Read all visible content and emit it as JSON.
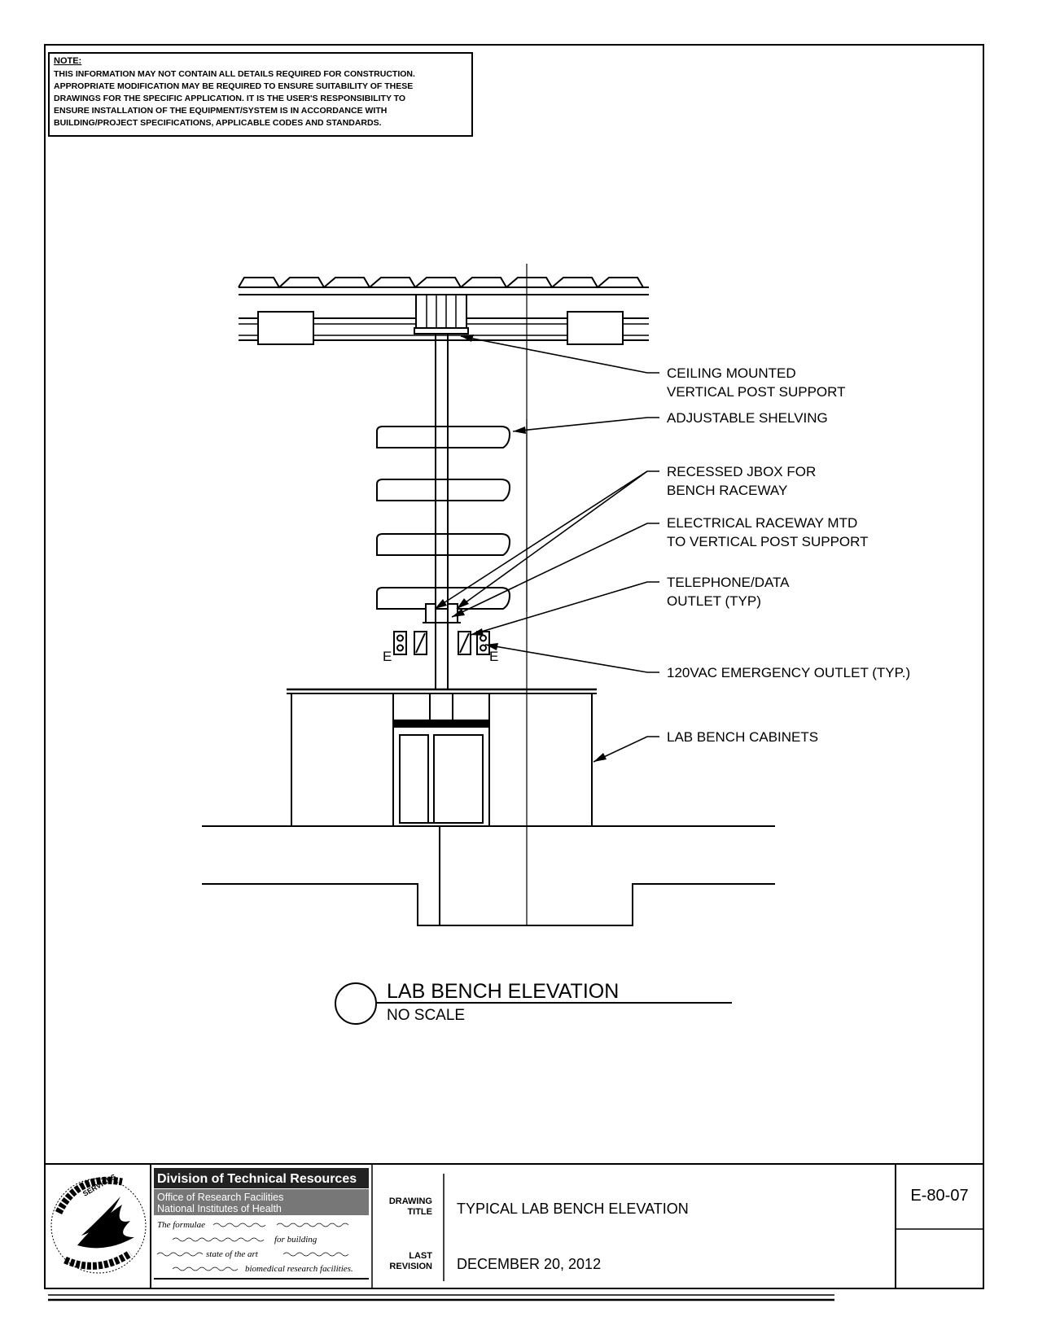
{
  "note": {
    "title": "NOTE:",
    "lines": [
      "THIS INFORMATION MAY NOT CONTAIN ALL DETAILS REQUIRED FOR CONSTRUCTION.",
      "APPROPRIATE MODIFICATION MAY BE REQUIRED TO ENSURE SUITABILITY OF THESE",
      "DRAWINGS FOR THE SPECIFIC APPLICATION.  IT IS THE USER'S RESPONSIBILITY TO",
      "ENSURE INSTALLATION OF THE EQUIPMENT/SYSTEM IS IN ACCORDANCE WITH",
      "BUILDING/PROJECT SPECIFICATIONS, APPLICABLE CODES AND STANDARDS."
    ]
  },
  "callouts": {
    "ceiling_support": [
      "CEILING MOUNTED",
      "VERTICAL POST SUPPORT"
    ],
    "shelving": [
      "ADJUSTABLE SHELVING"
    ],
    "jbox": [
      "RECESSED JBOX FOR",
      "BENCH RACEWAY"
    ],
    "raceway": [
      "ELECTRICAL RACEWAY MTD",
      "TO VERTICAL POST SUPPORT"
    ],
    "telephone": [
      "TELEPHONE/DATA",
      "OUTLET (TYP)"
    ],
    "emergency": [
      "120VAC EMERGENCY OUTLET (TYP.)"
    ],
    "cabinets": [
      "LAB BENCH CABINETS"
    ]
  },
  "outlet_marks": {
    "left": "E",
    "right": "E"
  },
  "view_title": {
    "title": "LAB BENCH ELEVATION",
    "scale": "NO SCALE"
  },
  "title_block": {
    "division": "Division of Technical Resources",
    "office": "Office of Research Facilities",
    "institute": "National Institutes of Health",
    "tagline_1": "The formulae",
    "tagline_2": "for building",
    "tagline_3": "state of the art",
    "tagline_4": "biomedical research facilities.",
    "drawing_title_label": [
      "DRAWING",
      "TITLE"
    ],
    "drawing_title": "TYPICAL LAB BENCH ELEVATION",
    "last_revision_label": [
      "LAST",
      "REVISION"
    ],
    "last_revision": "DECEMBER 20, 2012",
    "drawing_number": "E-80-07",
    "seal_text": "SERVICES"
  },
  "colors": {
    "ink": "#000000",
    "banner": "#222222",
    "subbanner": "#777777",
    "paper": "#ffffff"
  }
}
